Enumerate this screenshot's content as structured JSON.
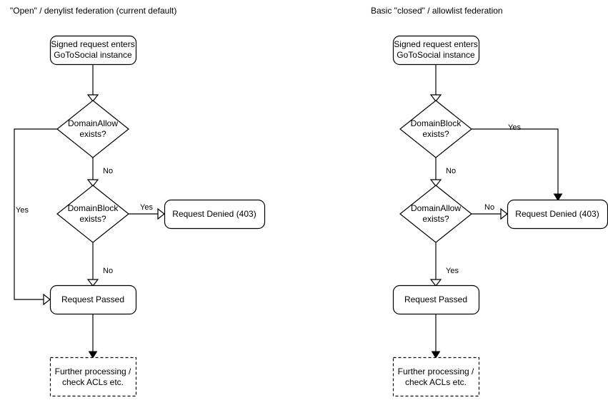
{
  "diagram": {
    "type": "flowchart",
    "columns": [
      {
        "id": "open-denylist",
        "title": "\"Open\" / denylist federation (current default)",
        "nodes": {
          "start": {
            "label_line1": "Signed request enters",
            "label_line2": "GoToSocial instance",
            "shape": "rounded-rect"
          },
          "decision1": {
            "label_line1": "DomainAllow",
            "label_line2": "exists?",
            "shape": "diamond"
          },
          "decision2": {
            "label_line1": "DomainBlock",
            "label_line2": "exists?",
            "shape": "diamond"
          },
          "denied": {
            "label_line1": "Request Denied (403)",
            "shape": "rounded-rect"
          },
          "passed": {
            "label_line1": "Request Passed",
            "shape": "rounded-rect"
          },
          "further": {
            "label_line1": "Further processing /",
            "label_line2": "check ACLs etc.",
            "shape": "dashed-rect"
          }
        },
        "edges": [
          {
            "id": "start-to-d1",
            "label": ""
          },
          {
            "id": "d1-yes-to-passed",
            "label": "Yes"
          },
          {
            "id": "d1-no-to-d2",
            "label": "No"
          },
          {
            "id": "d2-yes-to-denied",
            "label": "Yes"
          },
          {
            "id": "d2-no-to-passed",
            "label": "No"
          },
          {
            "id": "passed-to-further",
            "label": ""
          }
        ]
      },
      {
        "id": "closed-allowlist",
        "title": "Basic \"closed\" / allowlist federation",
        "nodes": {
          "start": {
            "label_line1": "Signed request enters",
            "label_line2": "GoToSocial instance",
            "shape": "rounded-rect"
          },
          "decision1": {
            "label_line1": "DomainBlock",
            "label_line2": "exists?",
            "shape": "diamond"
          },
          "decision2": {
            "label_line1": "DomainAllow",
            "label_line2": "exists?",
            "shape": "diamond"
          },
          "denied": {
            "label_line1": "Request Denied (403)",
            "shape": "rounded-rect"
          },
          "passed": {
            "label_line1": "Request Passed",
            "shape": "rounded-rect"
          },
          "further": {
            "label_line1": "Further processing /",
            "label_line2": "check ACLs etc.",
            "shape": "dashed-rect"
          }
        },
        "edges": [
          {
            "id": "start-to-d1",
            "label": ""
          },
          {
            "id": "d1-yes-to-denied",
            "label": "Yes"
          },
          {
            "id": "d1-no-to-d2",
            "label": "No"
          },
          {
            "id": "d2-no-to-denied",
            "label": "No"
          },
          {
            "id": "d2-yes-to-passed",
            "label": "Yes"
          },
          {
            "id": "passed-to-further",
            "label": ""
          }
        ]
      }
    ],
    "colors": {
      "background": "#ffffff",
      "stroke": "#000000",
      "fill": "#ffffff",
      "text": "#000000"
    }
  }
}
